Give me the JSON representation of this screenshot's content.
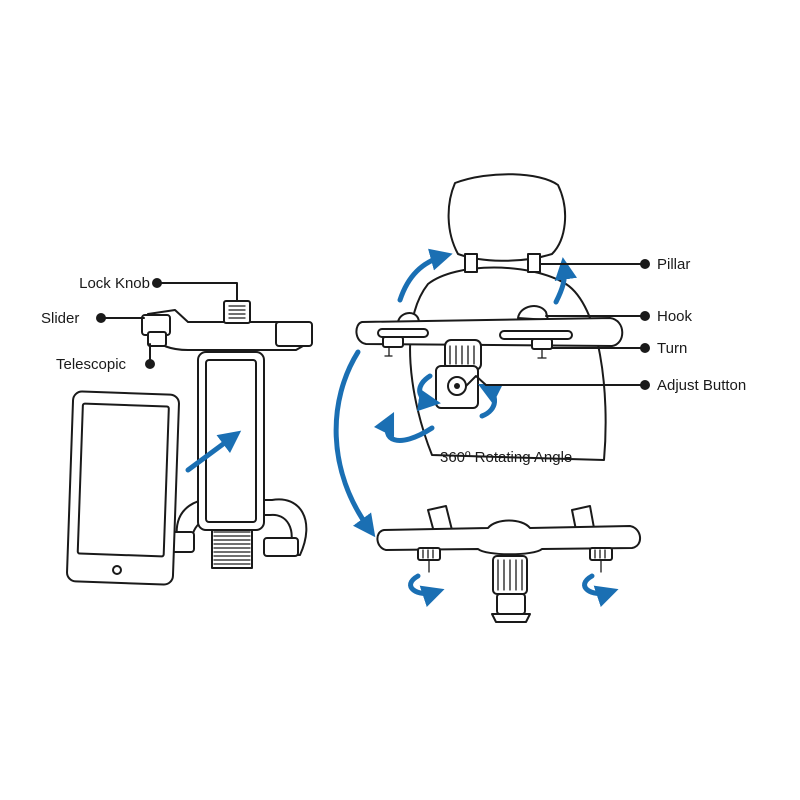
{
  "colors": {
    "accent": "#1a6fb3",
    "line": "#1a1a1a"
  },
  "labels": {
    "lock_knob": "Lock Knob",
    "slider": "Slider",
    "telescopic": "Telescopic",
    "pillar": "Pillar",
    "hook": "Hook",
    "turn": "Turn",
    "adjust_button": "Adjust Button",
    "rotating_angle": "360º Rotating Angle"
  }
}
